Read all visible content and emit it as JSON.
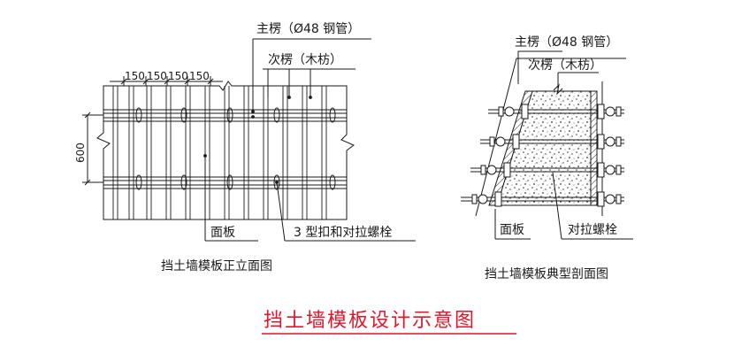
{
  "elevation": {
    "main_beam_label": "主楞（Ø48 钢管）",
    "secondary_beam_label": "次楞（木枋）",
    "dims_top": [
      "150",
      "150",
      "150",
      "150"
    ],
    "dim_side": "600",
    "panel_label": "面板",
    "bolt_label": "3 型扣和对拉螺栓",
    "caption": "挡土墙模板正立面图"
  },
  "section": {
    "main_beam_label": "主楞（Ø48 钢管）",
    "secondary_beam_label": "次楞（木枋）",
    "panel_label": "面板",
    "bolt_label": "对拉螺栓",
    "caption": "挡土墙模板典型剖面图"
  },
  "title": "挡土墙模板设计示意图",
  "colors": {
    "title": "#e0162b",
    "line": "#1a1a1a"
  }
}
